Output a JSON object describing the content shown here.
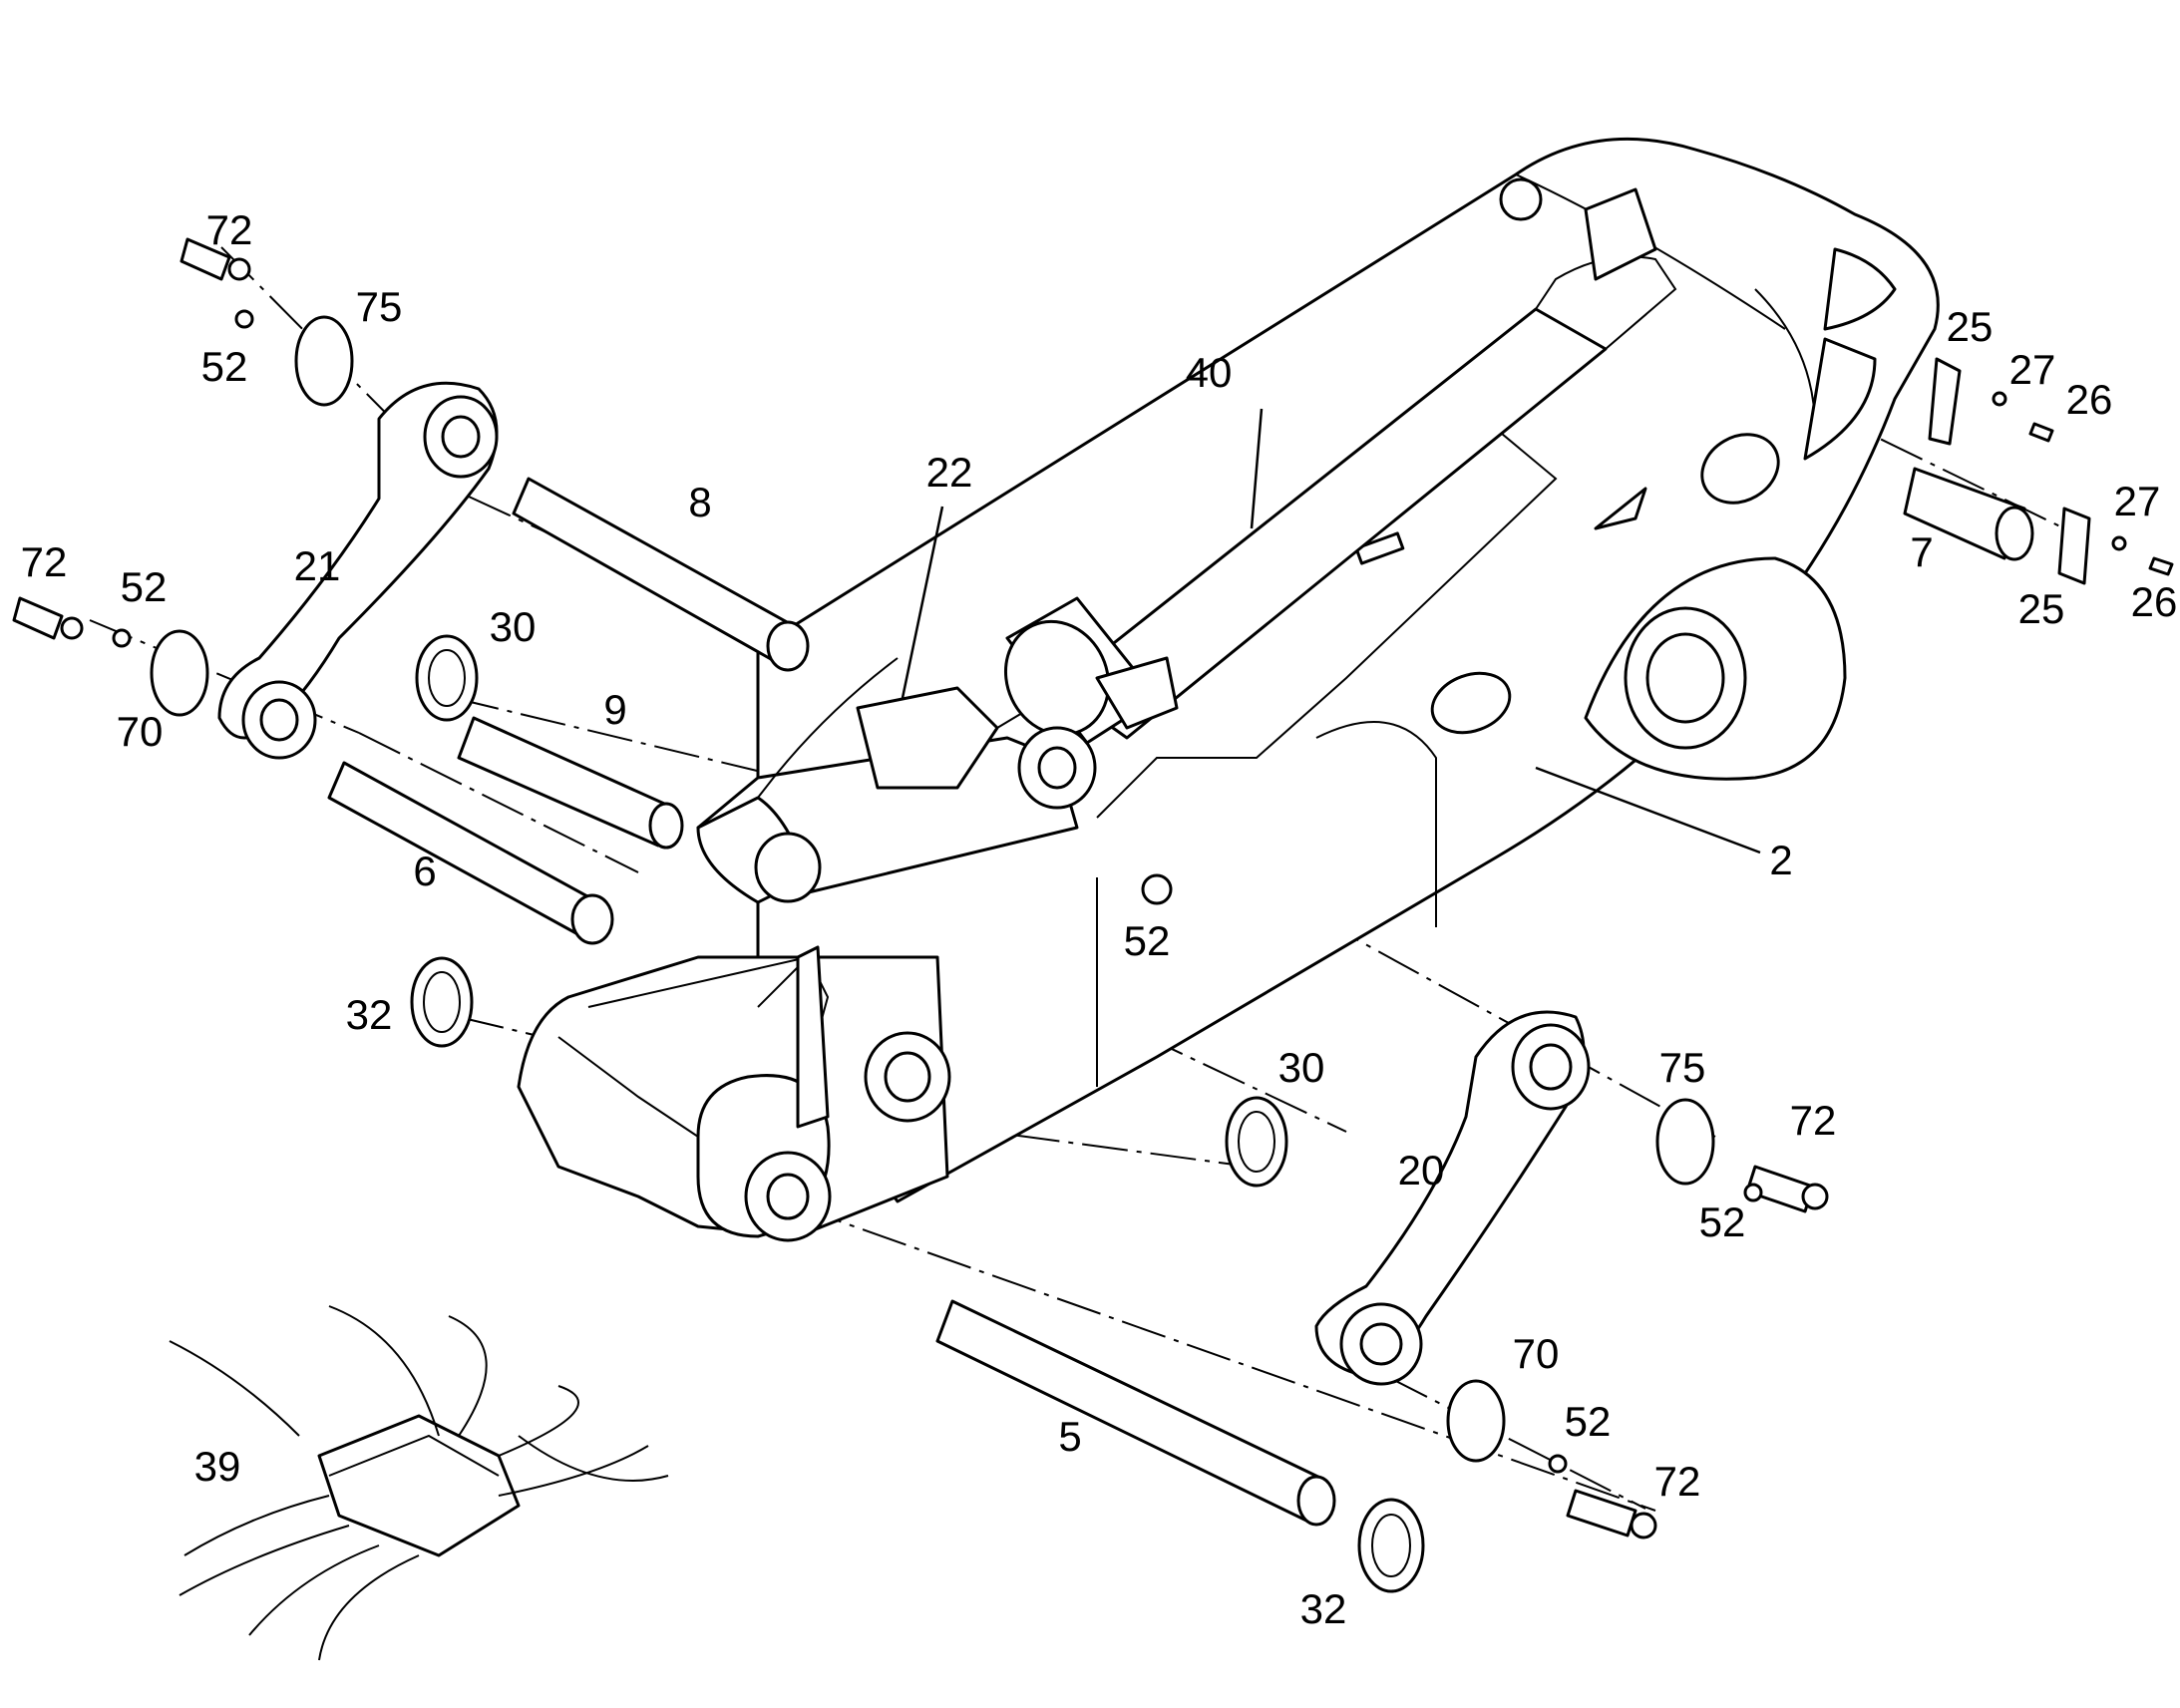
{
  "callouts": [
    {
      "id": "c72a",
      "text": "72"
    },
    {
      "id": "c75a",
      "text": "75"
    },
    {
      "id": "c52a",
      "text": "52"
    },
    {
      "id": "c40",
      "text": "40"
    },
    {
      "id": "c8",
      "text": "8"
    },
    {
      "id": "c22",
      "text": "22"
    },
    {
      "id": "c21",
      "text": "21"
    },
    {
      "id": "c72b",
      "text": "72"
    },
    {
      "id": "c52b",
      "text": "52"
    },
    {
      "id": "c30a",
      "text": "30"
    },
    {
      "id": "c9",
      "text": "9"
    },
    {
      "id": "c70a",
      "text": "70"
    },
    {
      "id": "c6",
      "text": "6"
    },
    {
      "id": "c25a",
      "text": "25"
    },
    {
      "id": "c27a",
      "text": "27"
    },
    {
      "id": "c26a",
      "text": "26"
    },
    {
      "id": "c27b",
      "text": "27"
    },
    {
      "id": "c7",
      "text": "7"
    },
    {
      "id": "c25b",
      "text": "25"
    },
    {
      "id": "c26b",
      "text": "26"
    },
    {
      "id": "c2",
      "text": "2"
    },
    {
      "id": "c52c",
      "text": "52"
    },
    {
      "id": "c32a",
      "text": "32"
    },
    {
      "id": "c30b",
      "text": "30"
    },
    {
      "id": "c75b",
      "text": "75"
    },
    {
      "id": "c72c",
      "text": "72"
    },
    {
      "id": "c20",
      "text": "20"
    },
    {
      "id": "c52d",
      "text": "52"
    },
    {
      "id": "c70b",
      "text": "70"
    },
    {
      "id": "c52e",
      "text": "52"
    },
    {
      "id": "c39",
      "text": "39"
    },
    {
      "id": "c5",
      "text": "5"
    },
    {
      "id": "c72d",
      "text": "72"
    },
    {
      "id": "c32b",
      "text": "32"
    }
  ]
}
